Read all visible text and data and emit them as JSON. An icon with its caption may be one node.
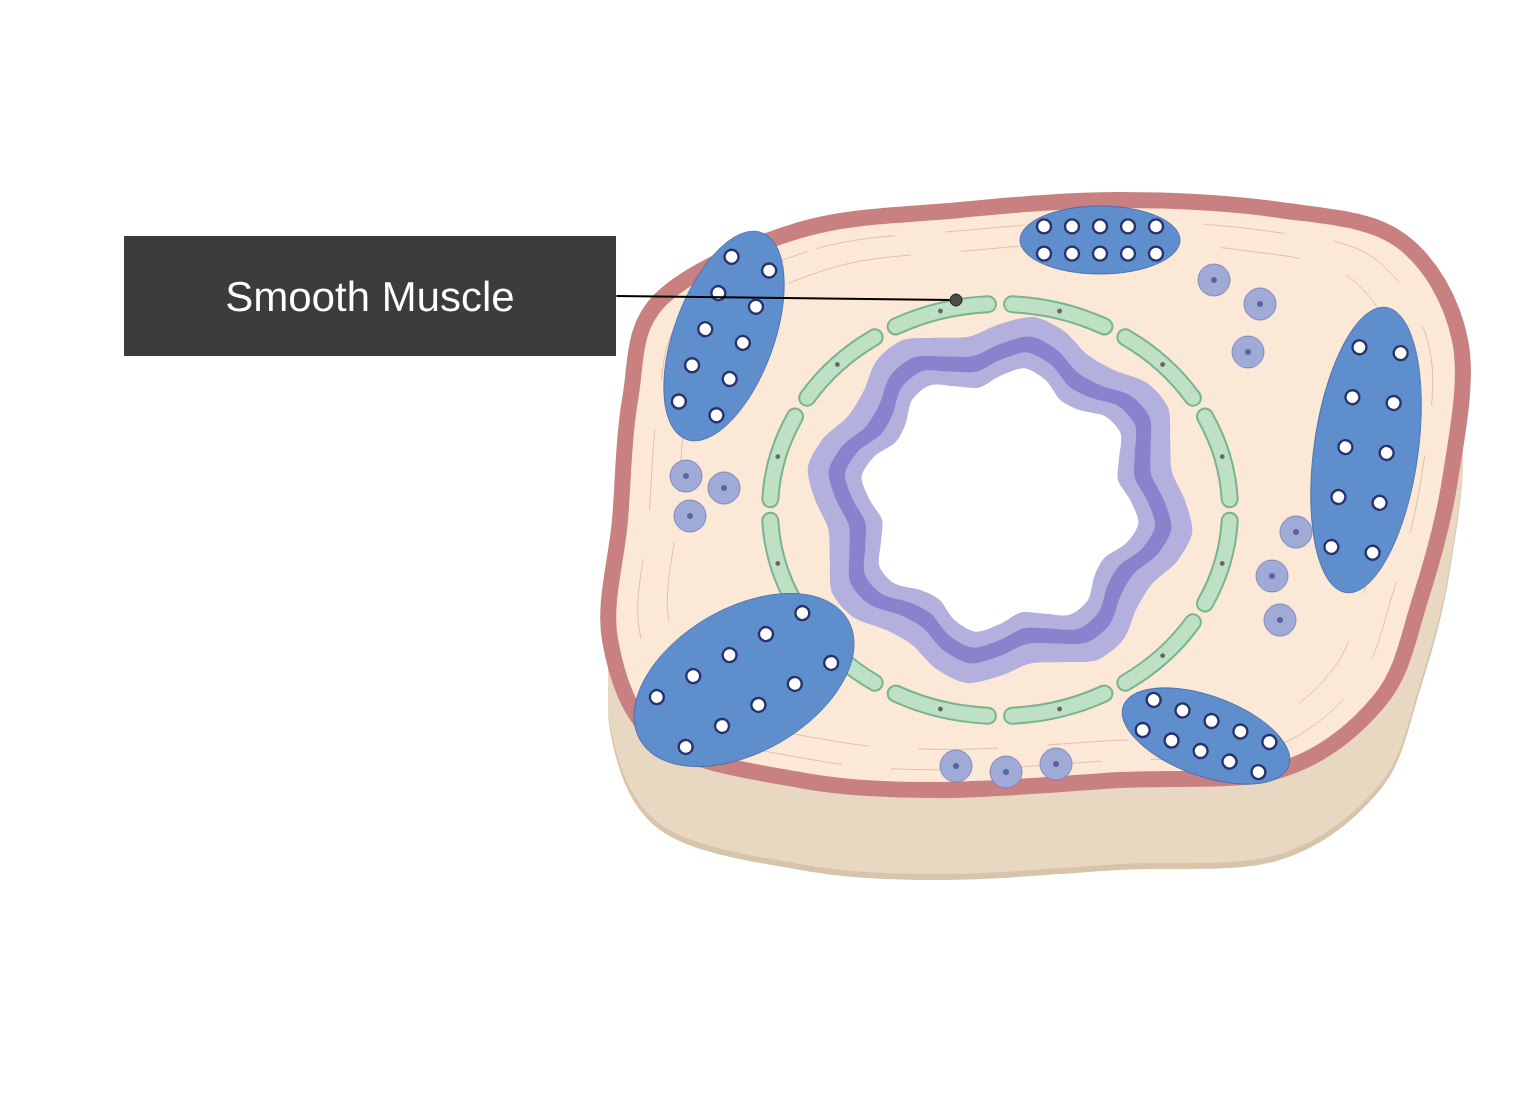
{
  "diagram": {
    "nodes": [
      {
        "text": [
          "Smooth Muscle"
        ]
      },
      {
        "text": [],
        "shape": "circle"
      }
    ],
    "edges": [
      {
        "from": 0,
        "to": 1,
        "arrow": "none"
      }
    ]
  }
}
